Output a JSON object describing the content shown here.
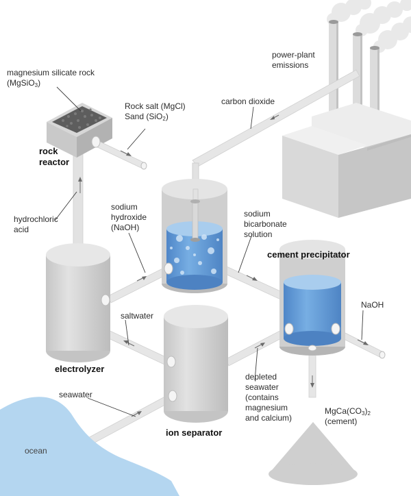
{
  "labels": {
    "magnesium_rock_line1": "magnesium silicate rock",
    "magnesium_rock_pre": "(MgSiO",
    "magnesium_rock_sub": "3",
    "magnesium_rock_post": ")",
    "rock_salt_line1": "Rock salt (MgCl)",
    "sand_pre": "Sand (SiO",
    "sand_sub": "2",
    "sand_post": ")",
    "rock_reactor_line1": "rock",
    "rock_reactor_line2": "reactor",
    "hydrochloric_line1": "hydrochloric",
    "hydrochloric_line2": "acid",
    "sodium_hydroxide_line1": "sodium",
    "sodium_hydroxide_line2": "hydroxide",
    "sodium_hydroxide_line3": "(NaOH)",
    "power_plant_line1": "power-plant",
    "power_plant_line2": "emissions",
    "carbon_dioxide": "carbon dioxide",
    "sodium_bicarbonate_line1": "sodium",
    "sodium_bicarbonate_line2": "bicarbonate",
    "sodium_bicarbonate_line3": "solution",
    "cement_precipitator": "cement precipitator",
    "naoh": "NaOH",
    "saltwater": "saltwater",
    "electrolyzer": "electrolyzer",
    "depleted_line1": "depleted",
    "depleted_line2": "seawater",
    "depleted_line3": "(contains",
    "depleted_line4": "magnesium",
    "depleted_line5": "and calcium)",
    "seawater": "seawater",
    "ion_separator": "ion separator",
    "cement_pre": "MgCa(CO",
    "cement_sub1": "3",
    "cement_mid": ")",
    "cement_sub2": "2",
    "cement_line2": "(cement)",
    "ocean": "ocean"
  },
  "colors": {
    "gray_light": "#e3e3e3",
    "gray_mid": "#cfcfcf",
    "gray_dark": "#b4b4b4",
    "water_light": "#a9cdee",
    "water_dark": "#5a93d2",
    "ocean": "#b4d6f0",
    "arrow": "#6b6b6b"
  }
}
